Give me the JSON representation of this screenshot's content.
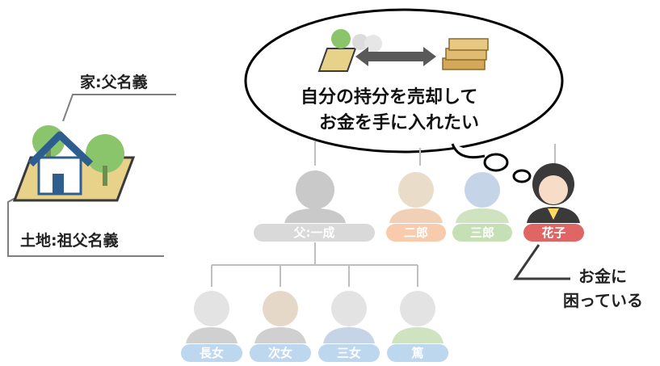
{
  "property": {
    "house_label": "家:父名義",
    "land_label": "土地:祖父名義"
  },
  "thought": {
    "line1": "自分の持分を売却して",
    "line2": "お金を手に入れたい"
  },
  "family": {
    "father": "父:一成",
    "second_son": "二郎",
    "third_son": "三郎",
    "hanako": "花子",
    "eldest_daughter": "長女",
    "second_daughter": "次女",
    "third_daughter": "三女",
    "atsushi": "篤"
  },
  "callout": {
    "line1": "お金に",
    "line2": "困っている"
  },
  "colors": {
    "hanako_pill": "#e06666",
    "gray_pill": "#d9d9d9",
    "peach_pill": "#f8cbad",
    "green_pill": "#c5e0b4",
    "blue_pill": "#bdd7ee",
    "house_roof": "#2e5e8e",
    "tree_green": "#8bc56b",
    "land_yellow": "#e8d28a",
    "arrow": "#595959"
  }
}
